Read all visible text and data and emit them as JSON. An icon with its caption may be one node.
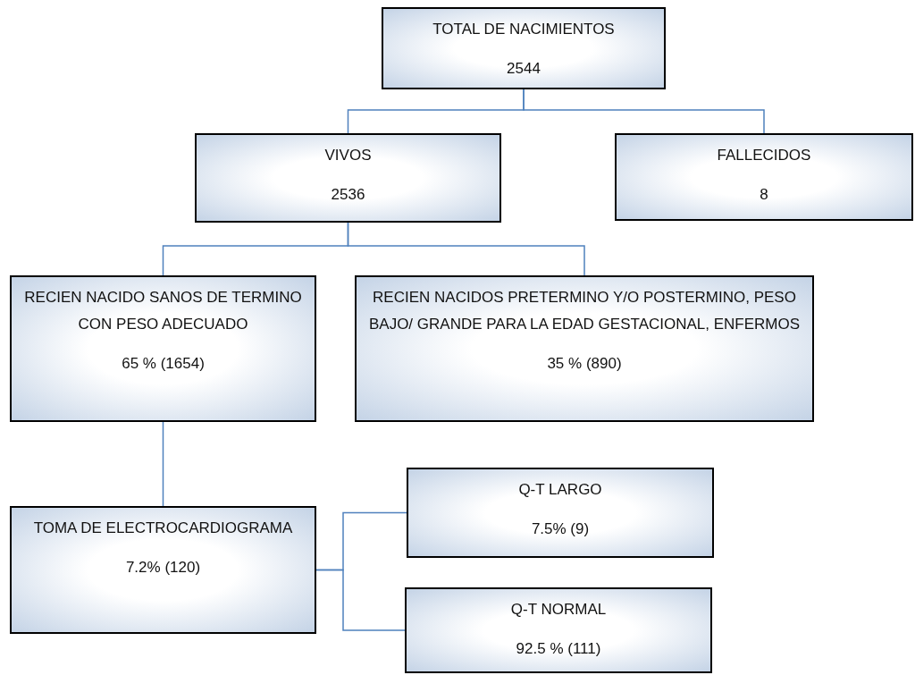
{
  "diagram": {
    "nodes": [
      {
        "text": [
          "TOTAL DE NACIMIENTOS",
          "2544"
        ]
      },
      {
        "text": [
          "VIVOS",
          "2536"
        ]
      },
      {
        "text": [
          "FALLECIDOS",
          "8"
        ]
      },
      {
        "text": [
          "RECIEN NACIDO SANOS DE TERMINO CON PESO ADECUADO",
          "65 % (1654)"
        ]
      },
      {
        "text": [
          "RECIEN NACIDOS PRETERMINO Y/O POSTERMINO, PESO BAJO/ GRANDE PARA LA EDAD GESTACIONAL, ENFERMOS",
          "35 % (890)"
        ]
      },
      {
        "text": [
          "TOMA DE ELECTROCARDIOGRAMA",
          "7.2% (120)"
        ]
      },
      {
        "text": [
          "Q-T LARGO",
          "7.5% (9)"
        ]
      },
      {
        "text": [
          "Q-T NORMAL",
          "92.5 % (111)"
        ]
      }
    ],
    "edges": [
      {
        "from": 0,
        "to": 1,
        "arrow": "none"
      },
      {
        "from": 0,
        "to": 2,
        "arrow": "none"
      },
      {
        "from": 1,
        "to": 3,
        "arrow": "none"
      },
      {
        "from": 1,
        "to": 4,
        "arrow": "none"
      },
      {
        "from": 3,
        "to": 5,
        "arrow": "none"
      },
      {
        "from": 5,
        "to": 6,
        "arrow": "none"
      },
      {
        "from": 5,
        "to": 7,
        "arrow": "none"
      }
    ]
  }
}
